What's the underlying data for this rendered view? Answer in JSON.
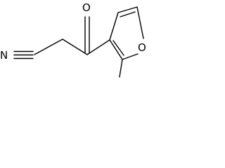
{
  "molecule": {
    "atoms": {
      "nitrogen": "N",
      "carbonyl_oxygen": "O",
      "ring_oxygen": "O"
    },
    "colors": {
      "bond": "#000000",
      "label": "#000000",
      "background": "#ffffff"
    }
  }
}
